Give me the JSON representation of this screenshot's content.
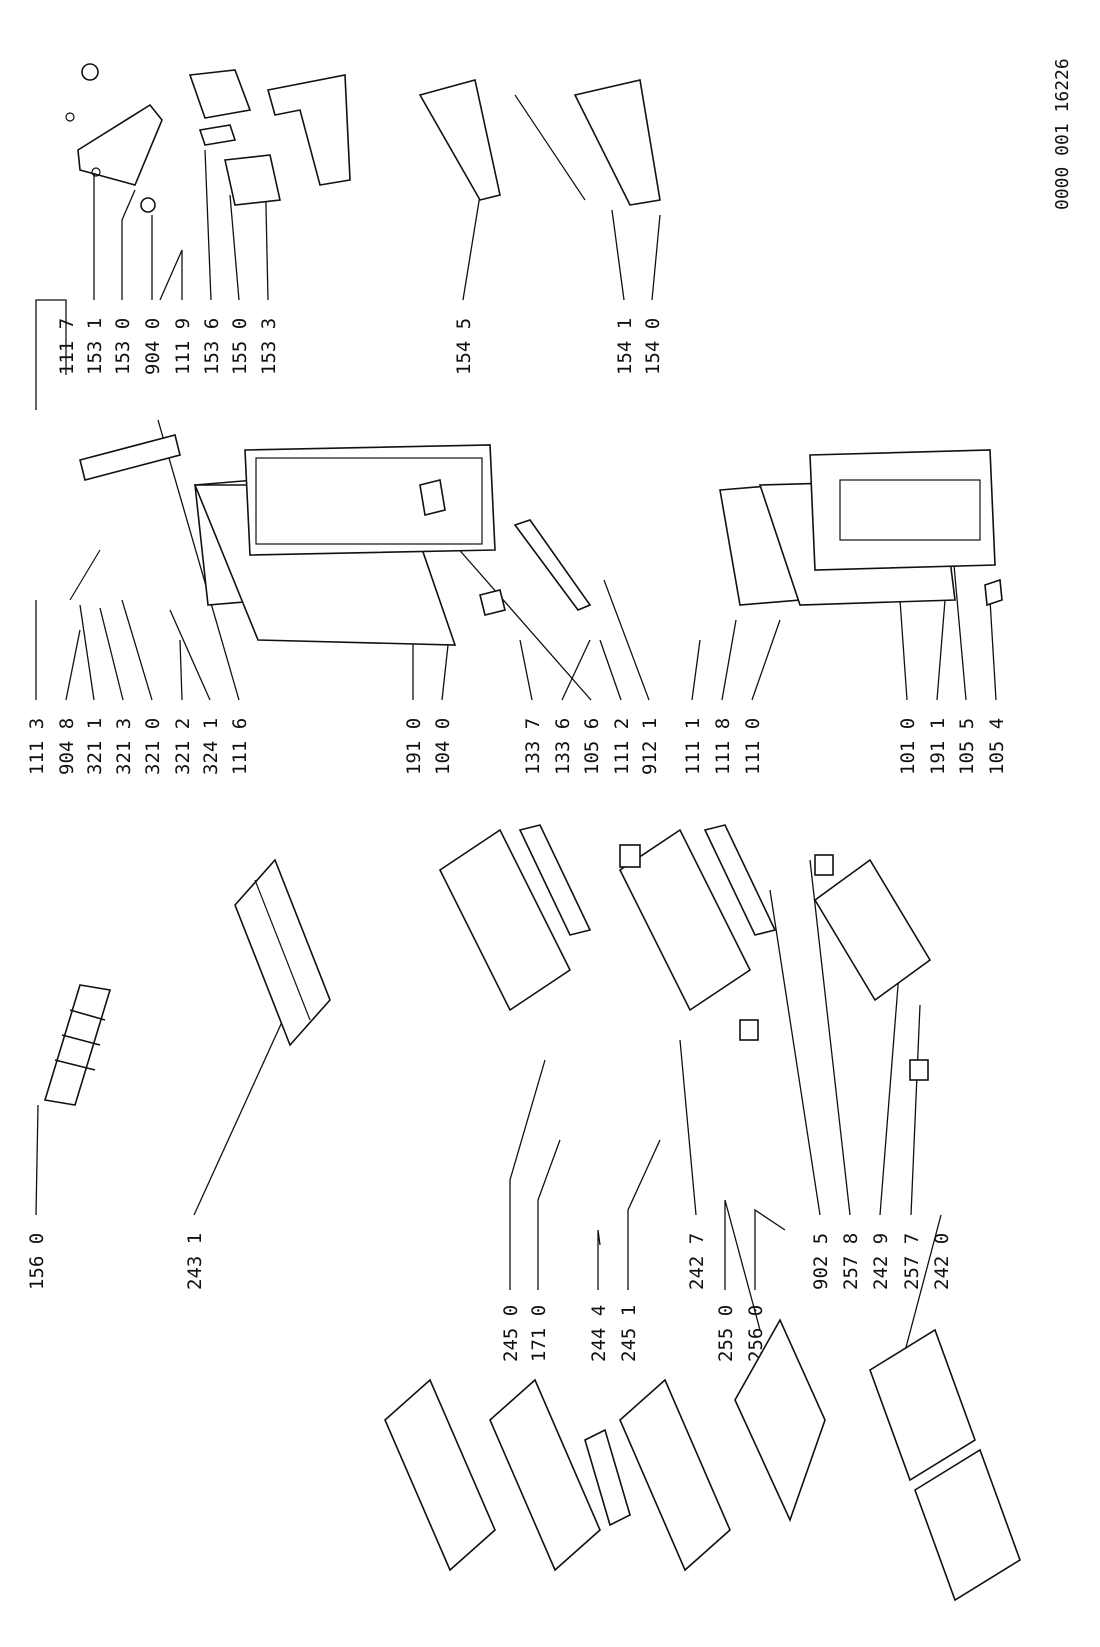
{
  "doc_id": "0000 001 16226",
  "labels": [
    "111 7",
    "153 1",
    "153 0",
    "904 0",
    "111 9",
    "153 6",
    "155 0",
    "153 3",
    "154 5",
    "154 1",
    "154 0",
    "111 3",
    "904 8",
    "321 1",
    "321 3",
    "321 0",
    "321 2",
    "324 1",
    "111 6",
    "191 0",
    "104 0",
    "133 7",
    "133 6",
    "105 6",
    "111 2",
    "912 1",
    "111 1",
    "111 8",
    "111 0",
    "101 0",
    "191 1",
    "105 5",
    "105 4",
    "156 0",
    "243 1",
    "245 0",
    "171 0",
    "244 4",
    "245 1",
    "242 7",
    "255 0",
    "256 0",
    "902 5",
    "257 8",
    "242 9",
    "257 7",
    "242 0"
  ]
}
